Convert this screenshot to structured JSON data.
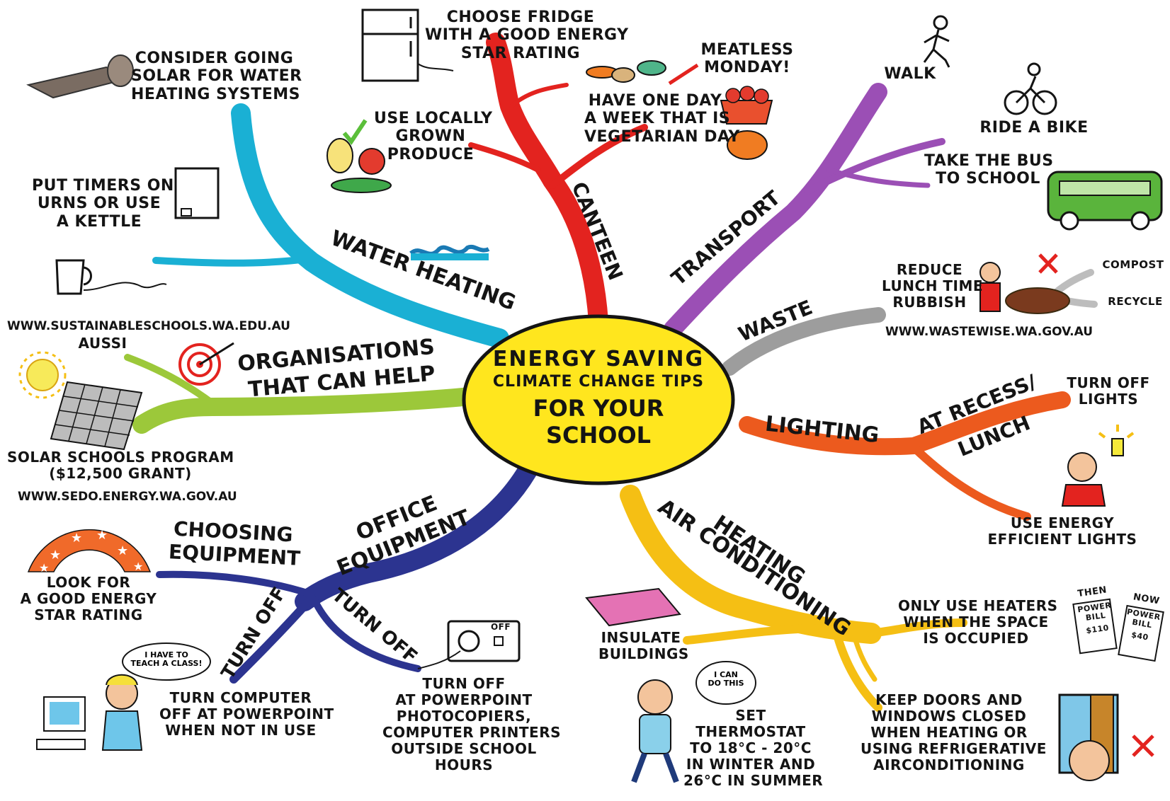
{
  "center": {
    "line1": "ENERGY SAVING",
    "line2": "CLIMATE CHANGE TIPS",
    "line3": "FOR YOUR",
    "line4": "SCHOOL"
  },
  "branches": {
    "canteen": "CANTEEN",
    "transport": "TRANSPORT",
    "waste": "WASTE",
    "lighting": "LIGHTING",
    "at_recess": "AT RECESS/",
    "lunch": "LUNCH",
    "heating": "HEATING",
    "air_conditioning": "AIR CONDITIONING",
    "office_equipment_1": "OFFICE",
    "office_equipment_2": "EQUIPMENT",
    "choosing_1": "CHOOSING",
    "choosing_2": "EQUIPMENT",
    "turn_off_left": "TURN OFF",
    "turn_off_right": "TURN OFF",
    "organisations_1": "ORGANISATIONS",
    "organisations_2": "THAT CAN HELP",
    "water_heating": "WATER HEATING"
  },
  "tips": {
    "fridge": [
      "CHOOSE FRIDGE",
      "WITH A GOOD ENERGY",
      "STAR RATING"
    ],
    "meatless": [
      "MEATLESS",
      "MONDAY!"
    ],
    "vegetarian": [
      "HAVE ONE DAY",
      "A WEEK THAT IS",
      "VEGETARIAN DAY"
    ],
    "local": [
      "USE LOCALLY",
      "GROWN",
      "PRODUCE"
    ],
    "solar_water": [
      "CONSIDER GOING",
      "SOLAR FOR WATER",
      "HEATING SYSTEMS"
    ],
    "timers": [
      "PUT TIMERS ON",
      "URNS OR USE",
      "A KETTLE"
    ],
    "walk": [
      "WALK"
    ],
    "bike": [
      "RIDE A BIKE"
    ],
    "bus": [
      "TAKE THE BUS",
      "TO SCHOOL"
    ],
    "rubbish": [
      "REDUCE",
      "LUNCH TIME",
      "RUBBISH"
    ],
    "wastewise_url": "WWW.WASTEWISE.WA.GOV.AU",
    "compost": "COMPOST",
    "recycle": "RECYCLE",
    "turn_off_lights": [
      "TURN OFF",
      "LIGHTS"
    ],
    "efficient_lights": [
      "USE ENERGY",
      "EFFICIENT LIGHTS"
    ],
    "heaters": [
      "ONLY USE HEATERS",
      "WHEN THE SPACE",
      "IS OCCUPIED"
    ],
    "then_bill": [
      "THEN",
      "POWER",
      "BILL",
      "$110"
    ],
    "now_bill": [
      "NOW",
      "POWER",
      "BILL",
      "$40"
    ],
    "insulate": [
      "INSULATE",
      "BUILDINGS"
    ],
    "thermostat": [
      "SET",
      "THERMOSTAT",
      "TO 18°C - 20°C",
      "IN WINTER AND",
      "26°C IN SUMMER"
    ],
    "can_do": [
      "I CAN",
      "DO THIS"
    ],
    "doors": [
      "KEEP DOORS AND",
      "WINDOWS CLOSED",
      "WHEN HEATING OR",
      "USING REFRIGERATIVE",
      "AIRCONDITIONING"
    ],
    "computer": [
      "TURN COMPUTER",
      "OFF AT POWERPOINT",
      "WHEN NOT IN USE"
    ],
    "teach": [
      "I HAVE TO",
      "TEACH A CLASS!"
    ],
    "photocopiers": [
      "TURN OFF",
      "AT POWERPOINT",
      "PHOTOCOPIERS,",
      "COMPUTER PRINTERS",
      "OUTSIDE SCHOOL",
      "HOURS"
    ],
    "off_label": "OFF",
    "star_rating": [
      "LOOK FOR",
      "A GOOD ENERGY",
      "STAR RATING"
    ],
    "sustainable_url": "WWW.SUSTAINABLESCHOOLS.WA.EDU.AU",
    "aussi": "AUSSI",
    "solar_schools": [
      "SOLAR SCHOOLS PROGRAM",
      "($12,500 GRANT)"
    ],
    "sedo_url": "WWW.SEDO.ENERGY.WA.GOV.AU"
  },
  "colors": {
    "center_fill": "#ffe61e",
    "canteen": "#e3231f",
    "transport": "#9b4fb5",
    "waste": "#9d9d9d",
    "lighting": "#ec5a1e",
    "heating": "#f5bf14",
    "office": "#2c3490",
    "organisations": "#9cc83a",
    "water": "#1ab0d4"
  }
}
